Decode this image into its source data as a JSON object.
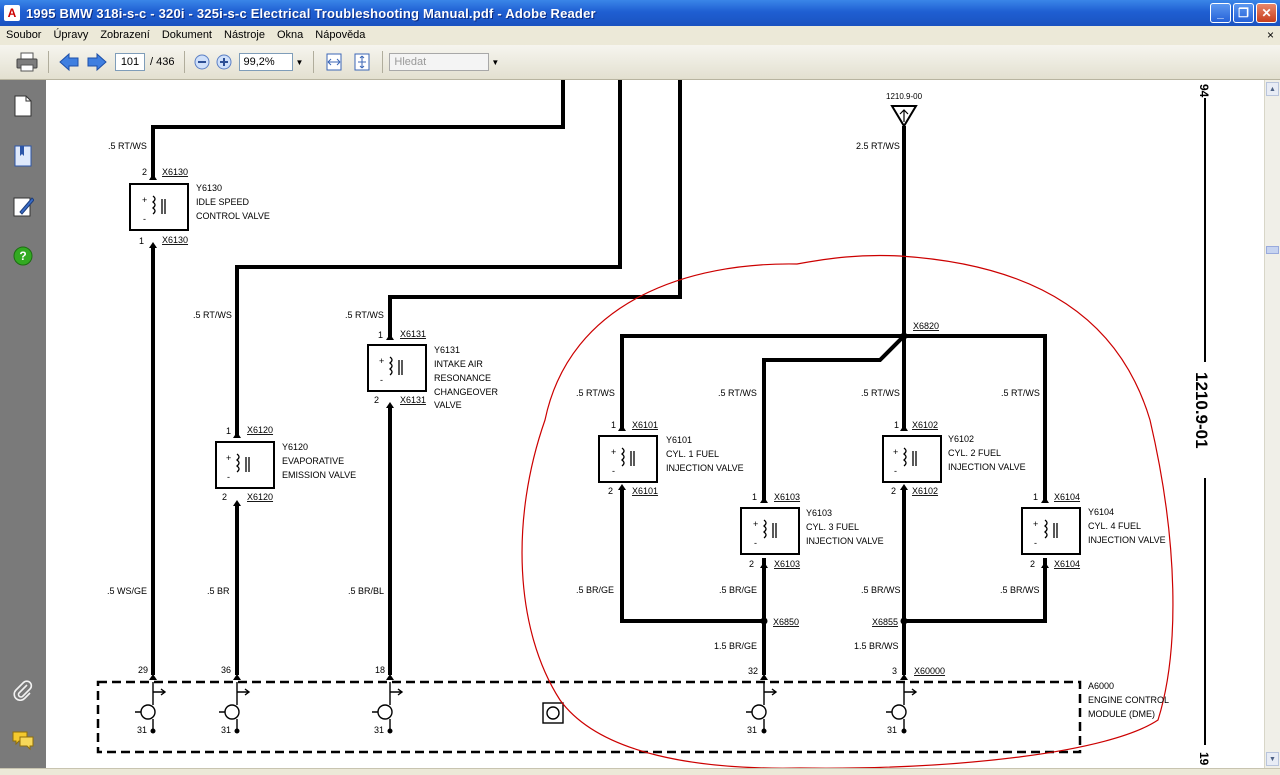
{
  "window": {
    "title": "1995 BMW 318i-s-c - 320i - 325i-s-c  Electrical Troubleshooting Manual.pdf - Adobe Reader",
    "minimize": "_",
    "maximize": "❐",
    "close": "✕"
  },
  "menu": {
    "items": [
      "Soubor",
      "Úpravy",
      "Zobrazení",
      "Dokument",
      "Nástroje",
      "Okna",
      "Nápověda"
    ],
    "close": "×"
  },
  "toolbar": {
    "page_current": "101",
    "page_total": "/ 436",
    "zoom": "99,2%",
    "search_placeholder": "Hledat"
  },
  "diagram": {
    "page_id": "1210.9-01",
    "page_id_top": "94",
    "page_id_bottom": "19",
    "source_ref": "1210.9-00",
    "labels": {
      "w1": ".5 RT/WS",
      "w2": ".5 RT/WS",
      "w3": ".5 RT/WS",
      "w4": ".5 RT/WS",
      "w5": ".5 RT/WS",
      "w6": ".5 RT/WS",
      "w7": ".5 RT/WS",
      "wtop": "2.5 RT/WS",
      "g1": ".5 WS/GE",
      "g2": ".5 BR",
      "g3": ".5 BR/BL",
      "g4": ".5 BR/GE",
      "g5": ".5 BR/GE",
      "g6": ".5 BR/WS",
      "g7": ".5 BR/WS",
      "g8": "1.5 BR/GE",
      "g9": "1.5  BR/WS",
      "x6130a": "X6130",
      "x6130b": "X6130",
      "x6120a": "X6120",
      "x6120b": "X6120",
      "x6131a": "X6131",
      "x6131b": "X6131",
      "x6101a": "X6101",
      "x6101b": "X6101",
      "x6103a": "X6103",
      "x6103b": "X6103",
      "x6102a": "X6102",
      "x6102b": "X6102",
      "x6104a": "X6104",
      "x6104b": "X6104",
      "x6820": "X6820",
      "x6850": "X6850",
      "x6855": "X6855",
      "x60000": "X60000",
      "pin29": "29",
      "pin36": "36",
      "pin18": "18",
      "pin32": "32",
      "pin3": "3",
      "gnd1": "31",
      "gnd2": "31",
      "gnd3": "31",
      "gnd4": "31",
      "gnd5": "31",
      "p1": "1",
      "p2": "2",
      "p3": "1",
      "p4": "2",
      "p5": "1",
      "p6": "2",
      "p7": "1",
      "p8": "2",
      "p9": "1",
      "p10": "2",
      "p11": "1",
      "p12": "2",
      "p13": "1",
      "p14": "2",
      "plus": "+",
      "minus": "-"
    },
    "components": {
      "y6130": [
        "Y6130",
        "IDLE SPEED",
        "CONTROL VALVE"
      ],
      "y6120": [
        "Y6120",
        "EVAPORATIVE",
        "EMISSION VALVE"
      ],
      "y6131": [
        "Y6131",
        "INTAKE AIR",
        "RESONANCE",
        "CHANGEOVER",
        "VALVE"
      ],
      "y6101": [
        "Y6101",
        "CYL. 1 FUEL",
        "INJECTION VALVE"
      ],
      "y6103": [
        "Y6103",
        "CYL. 3 FUEL",
        "INJECTION VALVE"
      ],
      "y6102": [
        "Y6102",
        "CYL. 2 FUEL",
        "INJECTION VALVE"
      ],
      "y6104": [
        "Y6104",
        "CYL. 4 FUEL",
        "INJECTION VALVE"
      ],
      "a6000": [
        "A6000",
        "ENGINE CONTROL",
        "MODULE (DME)"
      ]
    }
  },
  "colors": {
    "titlebar": "#1f5fd2",
    "annotation": "#cc0000",
    "panel": "#7a7a7a"
  }
}
